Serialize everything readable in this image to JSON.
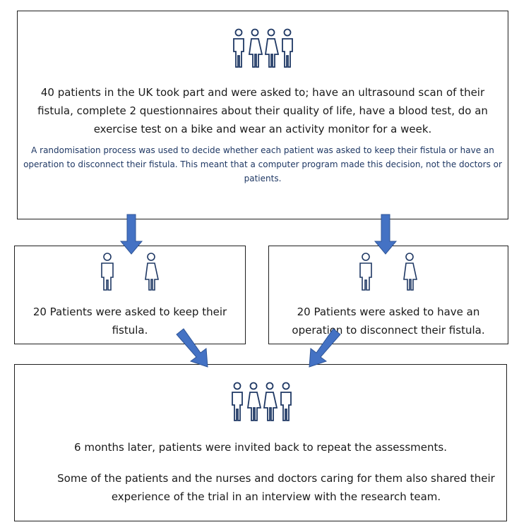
{
  "top_box": {
    "main_text": "40 patients in the UK took part and were asked to; have an ultrasound scan of their fistula, complete 2 questionnaires about their quality of life, have a blood test, do an exercise test on a bike and wear an activity monitor for a week.",
    "detail_text": "A randomisation process was used to decide whether each patient was asked to keep their fistula or have an operation to disconnect their fistula.  This meant that a computer program made this decision, not the doctors or patients."
  },
  "left_box": {
    "text": "20 Patients were asked to keep their fistula."
  },
  "right_box": {
    "text": "20 Patients were asked to have an operation to disconnect their fistula."
  },
  "bottom_box": {
    "line1": "6 months later, patients were invited back to repeat the assessments.",
    "line2": "Some of the patients and the nurses and doctors caring for them also shared their experience of the trial in an interview with the research team."
  },
  "colors": {
    "arrow": "#4472c4",
    "icon": "#1f3864",
    "subtext": "#1f3864"
  },
  "icons": [
    "group-people-icon",
    "male-person-icon",
    "female-person-icon"
  ]
}
